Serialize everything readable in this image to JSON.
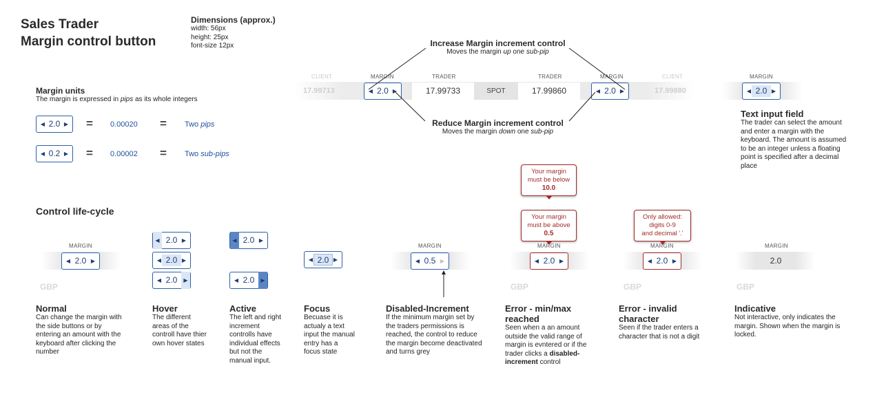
{
  "header": {
    "title_line1": "Sales Trader",
    "title_line2": "Margin control button"
  },
  "dimensions": {
    "title": "Dimensions (approx.)",
    "width": "width: 56px",
    "height": "height: 25px",
    "font": "font-size 12px"
  },
  "units": {
    "title": "Margin units",
    "desc_pre": "The margin is expressed in ",
    "desc_em": "pips",
    "desc_post": " as its whole integers",
    "row1": {
      "value": "2.0",
      "decimal": "0.00020",
      "label_pre": "Two ",
      "label_em": "pips"
    },
    "row2": {
      "value": "0.2",
      "decimal": "0.00002",
      "label_pre": "Two ",
      "label_em": "sub-pips"
    },
    "equals": "="
  },
  "increase": {
    "title": "Increase Margin increment control",
    "desc_pre": "Moves the margin ",
    "desc_em1": "up",
    "desc_mid": " one ",
    "desc_em2": "sub-pip"
  },
  "reduce": {
    "title": "Reduce Margin increment control",
    "desc_pre": "Moves the margin ",
    "desc_em1": "down",
    "desc_mid": " one ",
    "desc_em2": "sub-pip"
  },
  "strip": {
    "client_left": "CLIENT",
    "margin_left": "MARGIN",
    "trader_left": "TRADER",
    "trader_right": "TRADER",
    "margin_right": "MARGIN",
    "client_right": "CLIENT",
    "client_val_left": "17.99713",
    "margin_val_left": "2.0",
    "trader_val_left": "17.99733",
    "spot": "SPOT",
    "trader_val_right": "17.99860",
    "margin_val_right": "2.0",
    "client_val_right": "17.99880"
  },
  "text_input": {
    "head": "MARGIN",
    "value": "2.0",
    "title": "Text input field",
    "desc": "The trader can select the amount and enter a margin with the keyboard. The amount is assumed to be an integer unless a floating point is specified after a decimal place"
  },
  "lifecycle": {
    "title": "Control life-cycle",
    "col_head": "MARGIN",
    "gbp": "GBP",
    "normal": {
      "value": "2.0",
      "title": "Normal",
      "desc": "Can change the margin with the side buttons or by entering an amount with the keyboard after clicking the number"
    },
    "hover": {
      "values": [
        "2.0",
        "2.0",
        "2.0"
      ],
      "title": "Hover",
      "desc": "The different areas of the controll have thier own hover states"
    },
    "active": {
      "values": [
        "2.0",
        "2.0"
      ],
      "title": "Active",
      "desc": "The left and right increment controlls have individual effects but not the manual input."
    },
    "focus": {
      "value": "2.0",
      "title": "Focus",
      "desc": "Becuase it is actualy a text input the manual entry has a focus state"
    },
    "disabled": {
      "value": "0.5",
      "title": "Disabled-Increment",
      "desc": "If the minimum margin set by the traders permissions is reached, the control to reduce the margin become deactivated and turns grey"
    },
    "error_minmax": {
      "value": "2.0",
      "tip_below_1": "Your margin",
      "tip_below_2": "must be below",
      "tip_below_val": "10.0",
      "tip_above_1": "Your margin",
      "tip_above_2": "must be above",
      "tip_above_val": "0.5",
      "title_1": "Error - min/max",
      "title_2": "reached",
      "desc_pre": "Seen when a an amount outside the valid range of margin is evntered or if the trader clicks a ",
      "desc_bold": "disabled-increment",
      "desc_post": " control"
    },
    "error_invalid": {
      "value": "2.0",
      "tip_1": "Only allowed:",
      "tip_2": "digits 0-9",
      "tip_3": "and decimal '.'",
      "title_1": "Error - invalid",
      "title_2": "character",
      "desc": "Seen if the trader enters a character that is not a digit"
    },
    "indicative": {
      "value": "2.0",
      "title": "Indicative",
      "desc": "Not interactive, only indicates the margin. Shown when the margin is locked."
    }
  },
  "colors": {
    "control_blue": "#2c5fa8",
    "error_red": "#a52a2a",
    "hover_fill": "#dbe6f5",
    "active_fill": "#5b86c4"
  },
  "icons": {
    "left": "caret-left-icon",
    "right": "caret-right-icon"
  }
}
